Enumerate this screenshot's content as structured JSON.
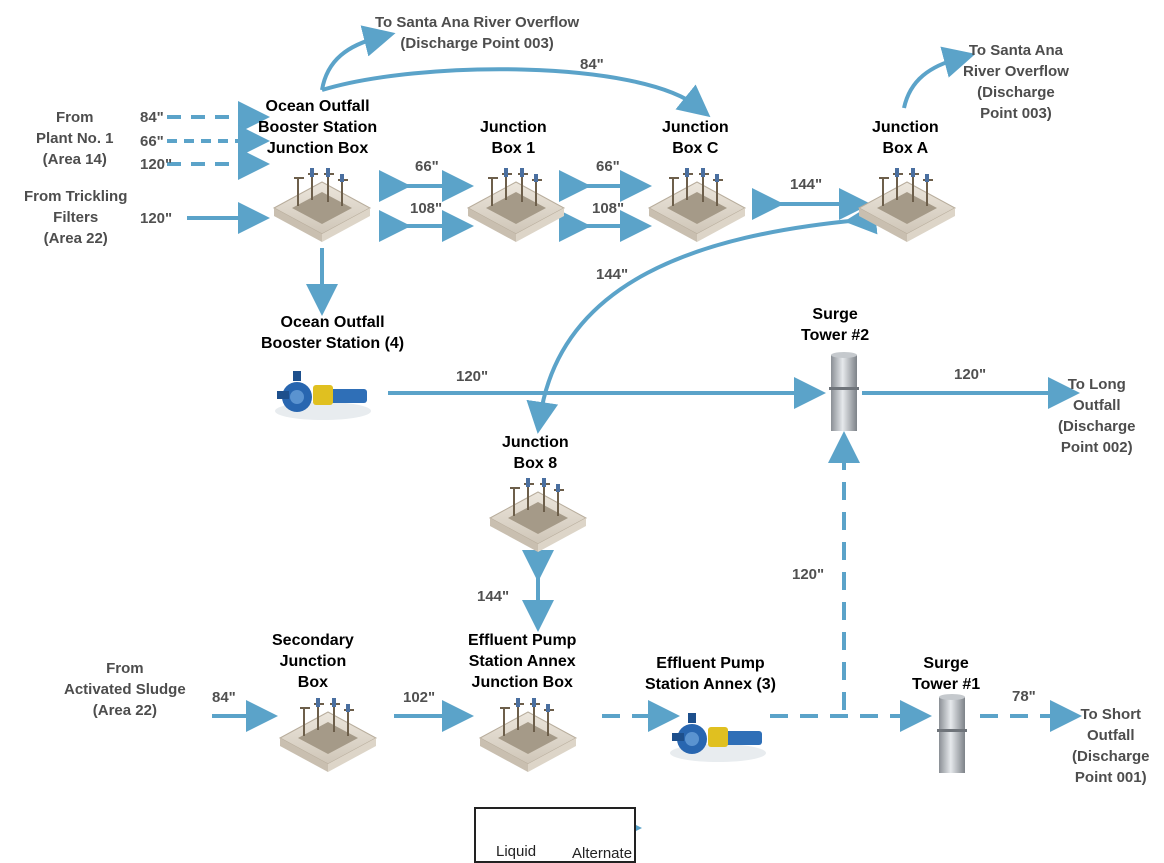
{
  "colors": {
    "pipe": "#5ba3c9",
    "label": "#4d4d4d",
    "title": "#000000"
  },
  "nodes": {
    "oobs_jb": "Ocean Outfall\nBooster Station\nJunction Box",
    "jb1": "Junction\nBox 1",
    "jbc": "Junction\nBox C",
    "jba": "Junction\nBox A",
    "oobs": "Ocean Outfall\nBooster Station (4)",
    "surge2": "Surge\nTower #2",
    "jb8": "Junction\nBox 8",
    "sec_jb": "Secondary\nJunction\nBox",
    "epsa_jb": "Effluent Pump\nStation Annex\nJunction Box",
    "epsa": "Effluent Pump\nStation Annex (3)",
    "surge1": "Surge\nTower #1"
  },
  "sources": {
    "plant1": "From\nPlant No. 1\n(Area 14)",
    "trickling": "From Trickling\nFilters\n(Area 22)",
    "activated": "From\nActivated Sludge\n(Area 22)"
  },
  "destinations": {
    "santa_ana_top": "To Santa Ana River Overflow\n(Discharge Point 003)",
    "santa_ana_right": "To Santa Ana\nRiver Overflow\n(Discharge\nPoint 003)",
    "long_outfall": "To Long\nOutfall\n(Discharge\nPoint 002)",
    "short_outfall": "To Short\nOutfall\n(Discharge\nPoint 001)"
  },
  "pipes": {
    "p84_plant": "84\"",
    "p66_plant": "66\"",
    "p120_plant": "120\"",
    "p120_trickling": "120\"",
    "p66_a": "66\"",
    "p108_a": "108\"",
    "p66_b": "66\"",
    "p108_b": "108\"",
    "p84_top": "84\"",
    "p144_ca": "144\"",
    "p144_arc": "144\"",
    "p120_booster": "120\"",
    "p120_long": "120\"",
    "p144_vert": "144\"",
    "p84_sec": "84\"",
    "p102": "102\"",
    "p120_vert": "120\"",
    "p78": "78\""
  },
  "legend": {
    "liquid": "Liquid",
    "alternate": "Alternate"
  }
}
